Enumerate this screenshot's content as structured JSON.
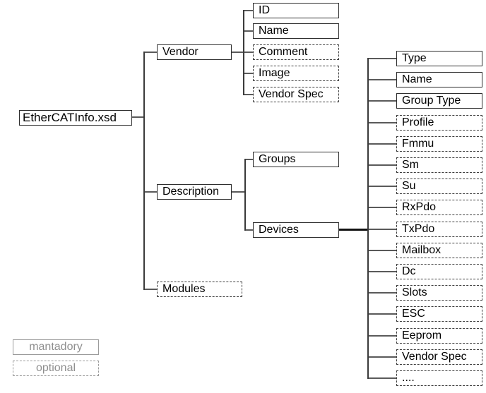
{
  "diagram": {
    "root": {
      "label": "EtherCATInfo.xsd"
    },
    "level1": [
      {
        "label": "Vendor",
        "optional": false
      },
      {
        "label": "Description",
        "optional": false
      },
      {
        "label": "Modules",
        "optional": true
      }
    ],
    "vendor_children": [
      {
        "label": "ID",
        "optional": false
      },
      {
        "label": "Name",
        "optional": false
      },
      {
        "label": "Comment",
        "optional": true
      },
      {
        "label": "Image",
        "optional": true
      },
      {
        "label": "Vendor Spec",
        "optional": true
      }
    ],
    "description_children": [
      {
        "label": "Groups",
        "optional": false
      },
      {
        "label": "Devices",
        "optional": false
      }
    ],
    "devices_children": [
      {
        "label": "Type",
        "optional": false
      },
      {
        "label": "Name",
        "optional": false
      },
      {
        "label": "Group Type",
        "optional": false
      },
      {
        "label": "Profile",
        "optional": true
      },
      {
        "label": "Fmmu",
        "optional": true
      },
      {
        "label": "Sm",
        "optional": true
      },
      {
        "label": "Su",
        "optional": true
      },
      {
        "label": "RxPdo",
        "optional": true
      },
      {
        "label": "TxPdo",
        "optional": true
      },
      {
        "label": "Mailbox",
        "optional": true
      },
      {
        "label": "Dc",
        "optional": true
      },
      {
        "label": "Slots",
        "optional": true
      },
      {
        "label": "ESC",
        "optional": true
      },
      {
        "label": "Eeprom",
        "optional": true
      },
      {
        "label": "Vendor Spec",
        "optional": true
      },
      {
        "label": "....",
        "optional": true
      }
    ],
    "legend": {
      "mandatory_label": "mantadory",
      "optional_label": "optional"
    },
    "colors": {
      "background": "#ffffff",
      "box_border_solid": "#2e2e2e",
      "box_border_dashed": "#3d3d3d",
      "text": "#000000",
      "legend_gray": "#8f8f8f",
      "connector": "#5a5a5a",
      "trunk": "#3a3a3a",
      "devices_link": "#111111"
    }
  }
}
